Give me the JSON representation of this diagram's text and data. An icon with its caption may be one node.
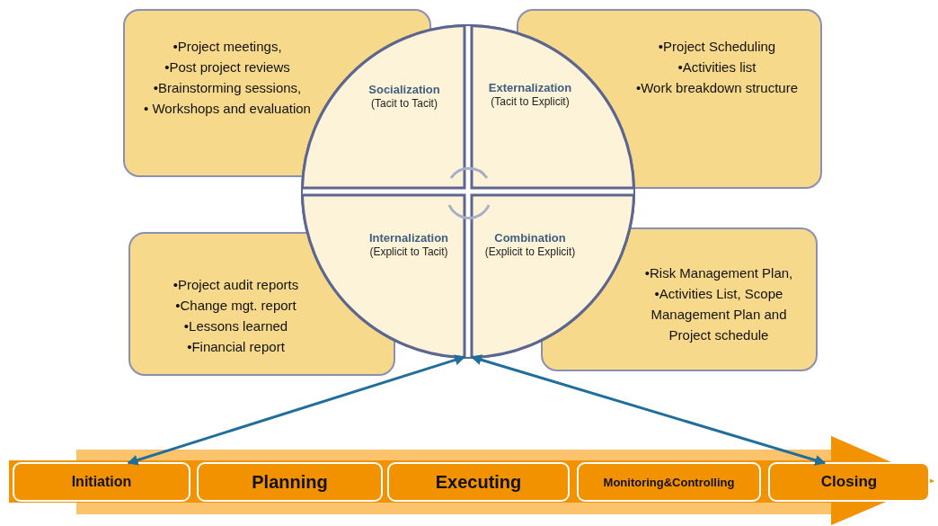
{
  "diagram": {
    "nodes": [
      {
        "text": [
          "•Project meetings,",
          "•Post project reviews",
          "•Brainstorming sessions,",
          "• Workshops and evaluation"
        ]
      },
      {
        "text": [
          "•Project Scheduling",
          "•Activities list",
          "•Work breakdown structure"
        ]
      },
      {
        "text": [
          "•Project audit reports",
          "•Change mgt. report",
          "•Lessons learned",
          "•Financial  report"
        ]
      },
      {
        "text": [
          "•Risk Management Plan,",
          "•Activities List, Scope Management Plan and Project schedule"
        ]
      },
      {
        "text": [],
        "shape": "circle"
      },
      {
        "text": [
          "Socialization",
          "(Tacit to Tacit)"
        ],
        "in": 4
      },
      {
        "text": [
          "Externalization",
          "(Tacit to Explicit)"
        ],
        "in": 4
      },
      {
        "text": [
          "Internalization",
          "(Explicit to Tacit)"
        ],
        "in": 4
      },
      {
        "text": [
          "Combination",
          "(Explicit to Explicit)"
        ],
        "in": 4
      },
      {
        "text": [],
        "shape": "arrow"
      },
      {
        "text": [
          "Initiation"
        ],
        "in": 9
      },
      {
        "text": [
          "Planning"
        ],
        "in": 9
      },
      {
        "text": [
          "Executing"
        ],
        "in": 9
      },
      {
        "text": [
          "Monitoring&Controlling"
        ],
        "in": 9
      },
      {
        "text": [
          "Closing"
        ],
        "in": 9
      }
    ],
    "edges": [
      {
        "from": 10,
        "to": 7,
        "arrow": "both"
      },
      {
        "from": 14,
        "to": 8,
        "arrow": "both"
      }
    ]
  }
}
